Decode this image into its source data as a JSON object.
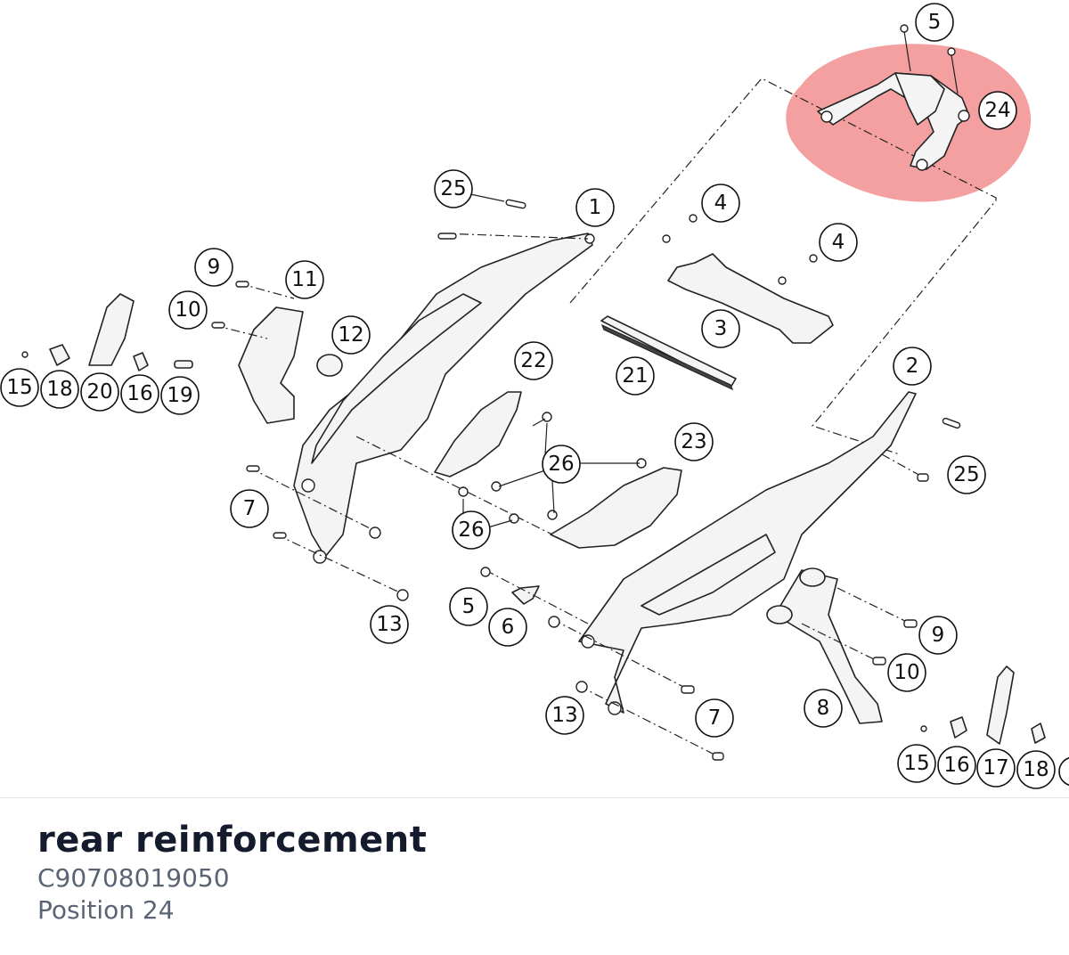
{
  "part": {
    "title": "rear reinforcement",
    "number": "C90708019050",
    "position": "Position 24"
  },
  "highlight": {
    "color": "#f08080",
    "position_label": "24"
  },
  "callouts": [
    {
      "id": "c-5-top",
      "label": "5"
    },
    {
      "id": "c-24",
      "label": "24"
    },
    {
      "id": "c-25-top",
      "label": "25"
    },
    {
      "id": "c-1",
      "label": "1"
    },
    {
      "id": "c-4-a",
      "label": "4"
    },
    {
      "id": "c-4-b",
      "label": "4"
    },
    {
      "id": "c-9-left",
      "label": "9"
    },
    {
      "id": "c-11",
      "label": "11"
    },
    {
      "id": "c-10-left",
      "label": "10"
    },
    {
      "id": "c-12",
      "label": "12"
    },
    {
      "id": "c-3",
      "label": "3"
    },
    {
      "id": "c-15-left",
      "label": "15"
    },
    {
      "id": "c-18-left",
      "label": "18"
    },
    {
      "id": "c-20",
      "label": "20"
    },
    {
      "id": "c-16-left",
      "label": "16"
    },
    {
      "id": "c-19",
      "label": "19"
    },
    {
      "id": "c-22",
      "label": "22"
    },
    {
      "id": "c-21",
      "label": "21"
    },
    {
      "id": "c-2",
      "label": "2"
    },
    {
      "id": "c-23",
      "label": "23"
    },
    {
      "id": "c-26-a",
      "label": "26"
    },
    {
      "id": "c-25-right",
      "label": "25"
    },
    {
      "id": "c-7-left",
      "label": "7"
    },
    {
      "id": "c-26-b",
      "label": "26"
    },
    {
      "id": "c-13-left",
      "label": "13"
    },
    {
      "id": "c-5-mid",
      "label": "5"
    },
    {
      "id": "c-6",
      "label": "6"
    },
    {
      "id": "c-9-right",
      "label": "9"
    },
    {
      "id": "c-10-right",
      "label": "10"
    },
    {
      "id": "c-8",
      "label": "8"
    },
    {
      "id": "c-13-bottom",
      "label": "13"
    },
    {
      "id": "c-7-bottom",
      "label": "7"
    },
    {
      "id": "c-15-right",
      "label": "15"
    },
    {
      "id": "c-16-right",
      "label": "16"
    },
    {
      "id": "c-17",
      "label": "17"
    },
    {
      "id": "c-18-right",
      "label": "18"
    }
  ]
}
